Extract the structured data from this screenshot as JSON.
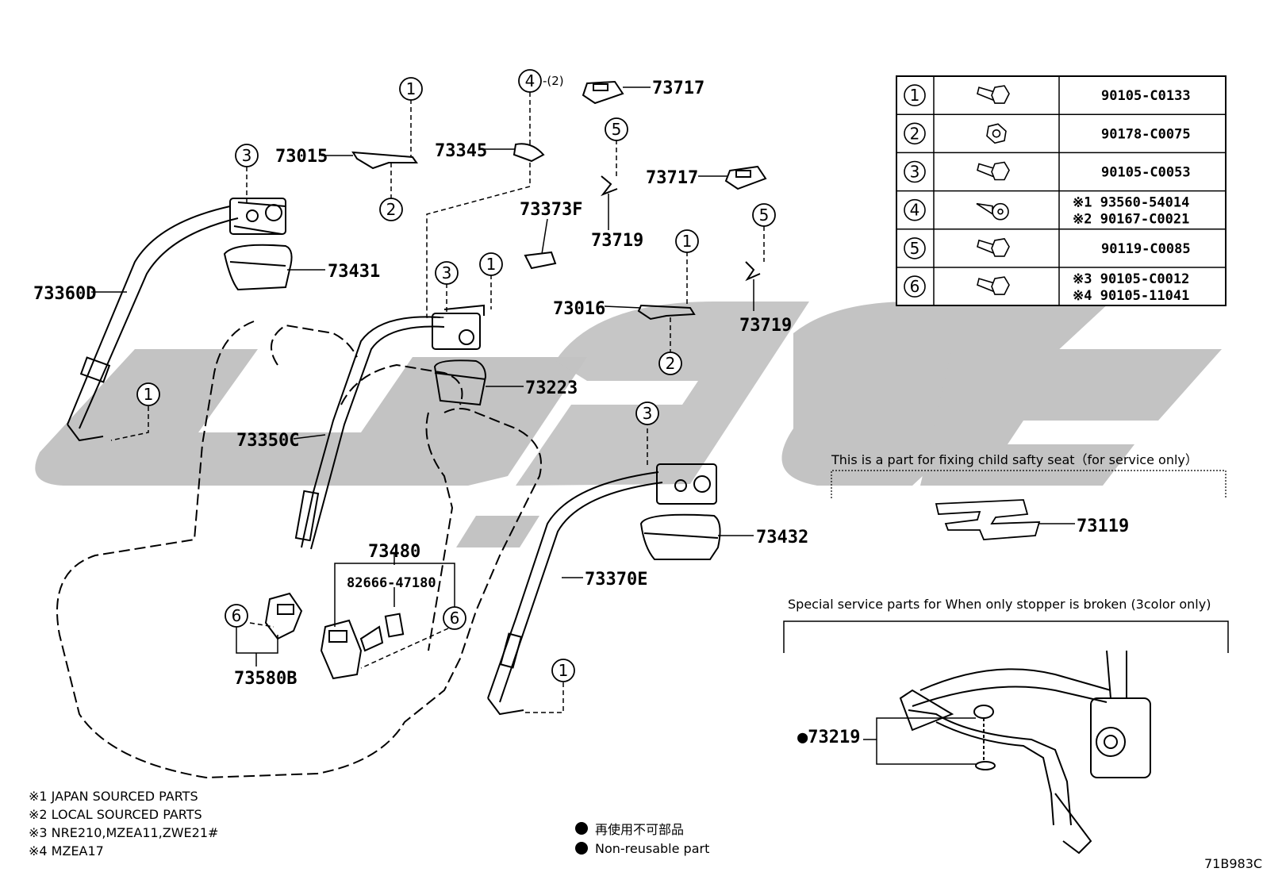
{
  "watermark": "Uag",
  "callouts": {
    "c1a": "1",
    "c2a": "2",
    "c3a": "3",
    "c4a": "4",
    "c4a_qty": "-(2)",
    "c5a": "5",
    "c5b": "5",
    "c1b": "1",
    "c3b": "3",
    "c1c": "1",
    "c2b": "2",
    "c1d": "1",
    "c3c": "3",
    "c1e": "1",
    "c6a": "6",
    "c6b": "6"
  },
  "parts": {
    "p73015": "73015",
    "p73345": "73345",
    "p73717a": "73717",
    "p73717b": "73717",
    "p73719a": "73719",
    "p73719b": "73719",
    "p73373F": "73373F",
    "p73431": "73431",
    "p73360D": "73360D",
    "p73016": "73016",
    "p73223": "73223",
    "p73350C": "73350C",
    "p73432": "73432",
    "p73370E": "73370E",
    "p73480": "73480",
    "p82666": "82666-47180",
    "p73580B": "73580B",
    "p73119": "73119",
    "p73219": "●73219"
  },
  "bolt_table": [
    {
      "num": "1",
      "icon": "flange-bolt-icon",
      "part_lines": [
        "90105-C0133"
      ]
    },
    {
      "num": "2",
      "icon": "hex-nut-icon",
      "part_lines": [
        "90178-C0075"
      ]
    },
    {
      "num": "3",
      "icon": "flange-bolt-icon",
      "part_lines": [
        "90105-C0053"
      ]
    },
    {
      "num": "4",
      "icon": "tapping-screw-icon",
      "part_lines": [
        "※1 93560-54014",
        "※2 90167-C0021"
      ]
    },
    {
      "num": "5",
      "icon": "flange-bolt-icon",
      "part_lines": [
        "90119-C0085"
      ]
    },
    {
      "num": "6",
      "icon": "flange-bolt-icon",
      "part_lines": [
        "※3 90105-C0012",
        "※4 90105-11041"
      ]
    }
  ],
  "child_seat_note": "This is a part for fixing child safty seat（for service only）",
  "stopper_note": "Special service parts for When only stopper is broken (3color only)",
  "footnotes": [
    "※1 JAPAN SOURCED PARTS",
    "※2 LOCAL SOURCED PARTS",
    "※3 NRE210,MZEA11,ZWE21#",
    "※4 MZEA17"
  ],
  "legend": {
    "jp": "再使用不可部品",
    "en": "Non-reusable part"
  },
  "diagram_code": "71B983C"
}
